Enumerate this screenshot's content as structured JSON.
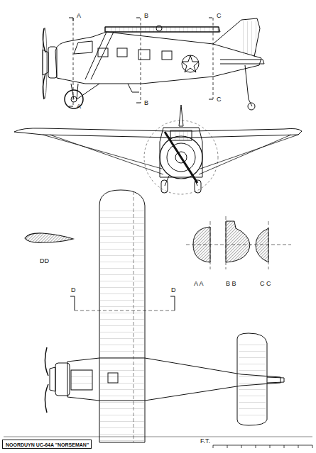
{
  "diagram": {
    "nodes": [
      {
        "text": [
          "NOORDUYN UC-64A \"NORSEMAN\""
        ]
      }
    ],
    "labels": [
      "A",
      "A",
      "B",
      "B",
      "C",
      "C",
      "DD",
      "A A",
      "B B",
      "C C",
      "D",
      "D",
      "F.T."
    ]
  }
}
